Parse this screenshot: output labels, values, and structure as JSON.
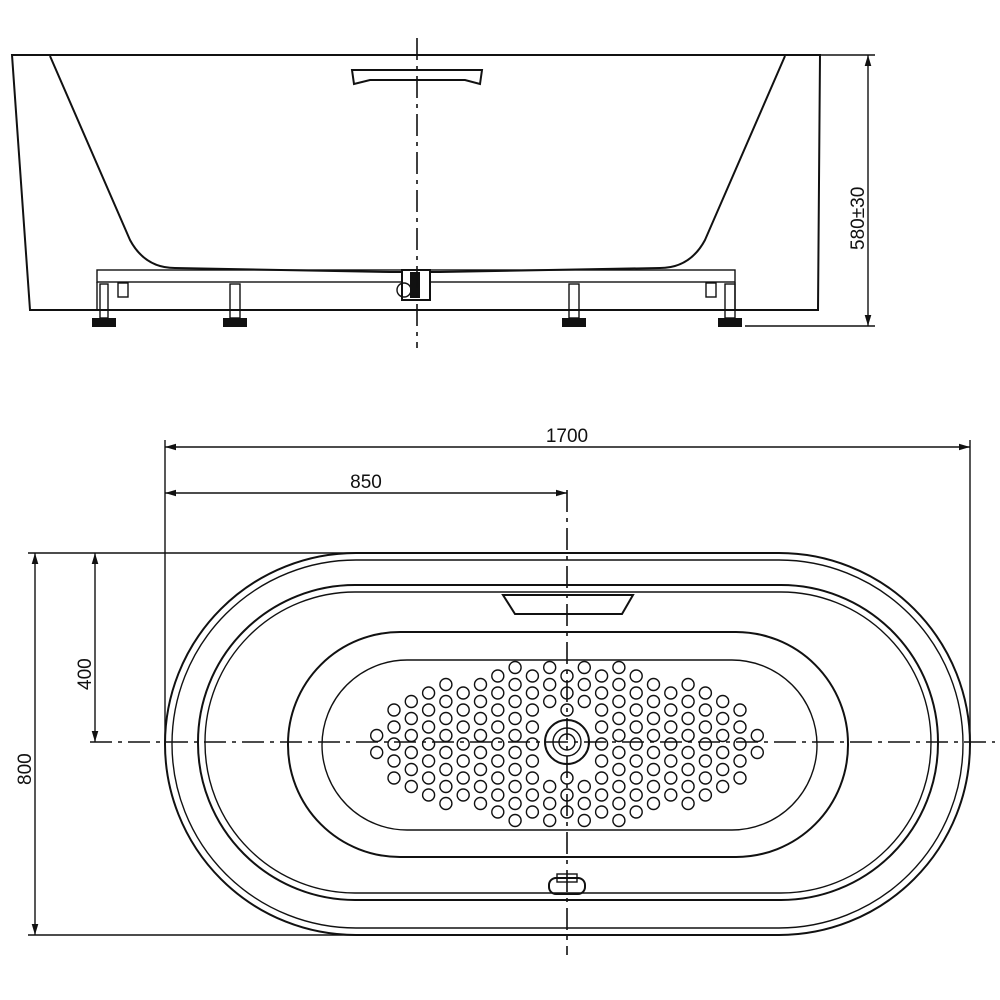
{
  "drawing": {
    "side_view": {
      "height_label": "580±30"
    },
    "plan_view": {
      "length_label": "1700",
      "half_length_label": "850",
      "half_width_label": "400",
      "width_label": "800"
    }
  }
}
